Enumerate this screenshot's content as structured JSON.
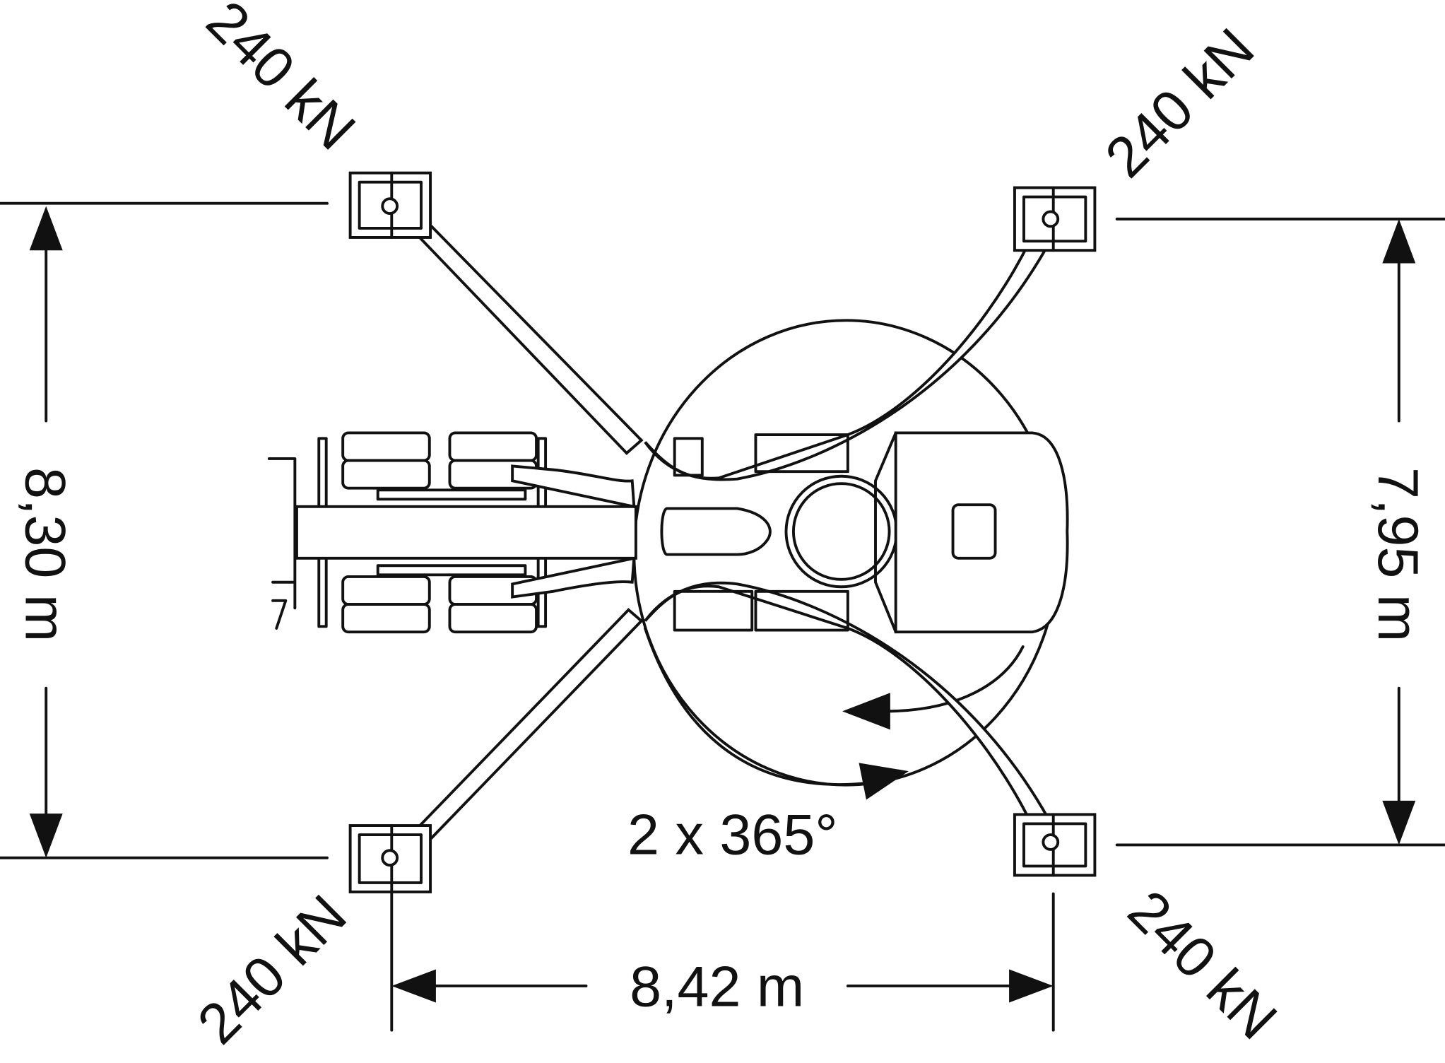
{
  "title": "Crane outrigger footprint",
  "dimensions": {
    "left_height": "8,30 m",
    "right_height": "7,95 m",
    "bottom_width": "8,42 m"
  },
  "outrigger_loads": {
    "top_left": "240 kN",
    "top_right": "240 kN",
    "bottom_left": "240 kN",
    "bottom_right": "240 kN"
  },
  "slew_label": "2 x 365°",
  "colors": {
    "line": "#111111",
    "background": "#ffffff"
  }
}
